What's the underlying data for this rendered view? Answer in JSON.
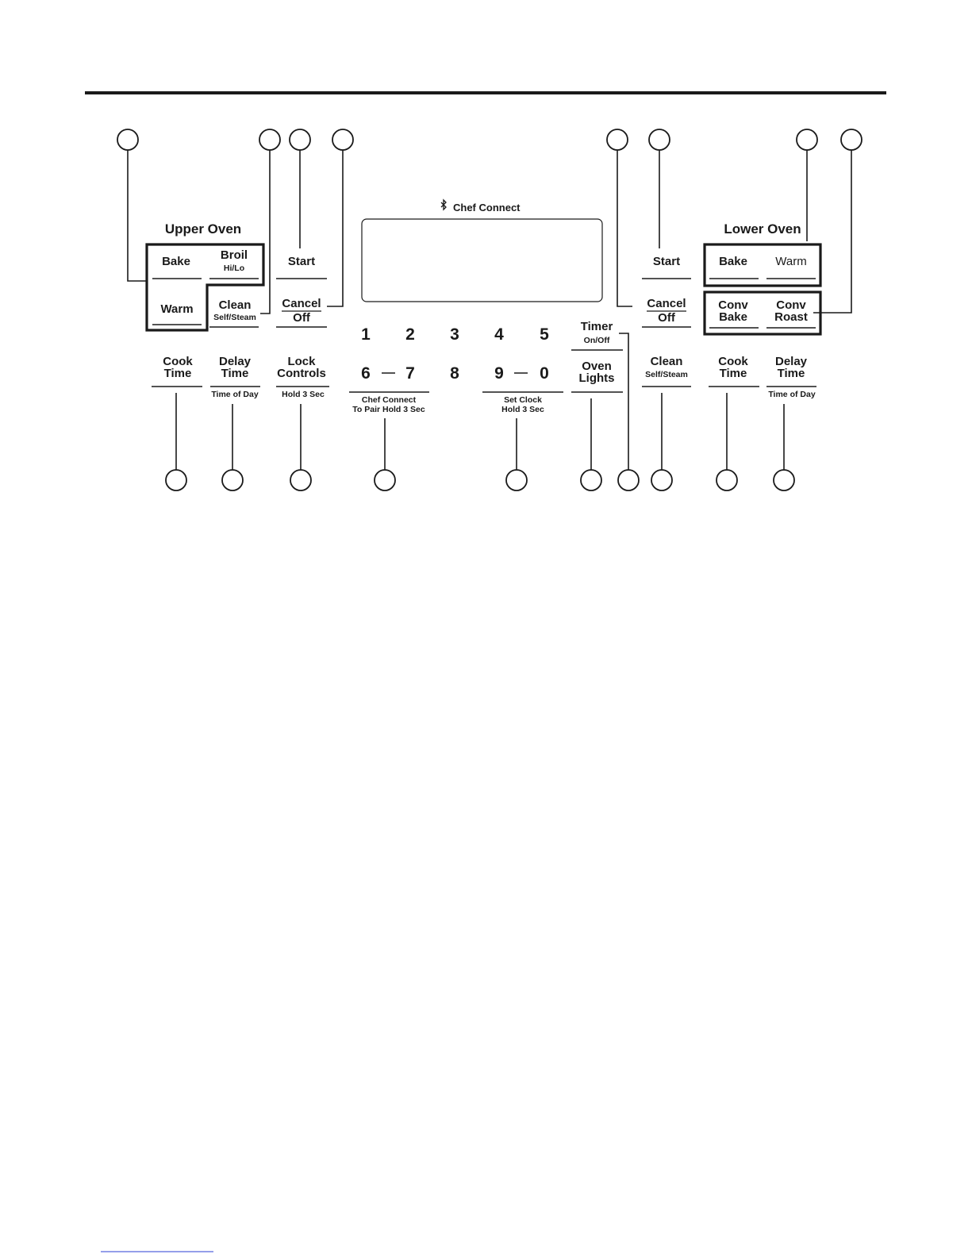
{
  "headings": {
    "upper_oven": "Upper Oven",
    "lower_oven": "Lower Oven",
    "display": "Chef Connect"
  },
  "upper": {
    "bake": "Bake",
    "broil": "Broil",
    "broil_sub": "Hi/Lo",
    "warm": "Warm",
    "clean": "Clean",
    "clean_sub": "Self/Steam",
    "start": "Start",
    "cancel": "Cancel",
    "off": "Off",
    "cook_1": "Cook",
    "cook_2": "Time",
    "delay_1": "Delay",
    "delay_2": "Time",
    "delay_sub": "Time of Day"
  },
  "center": {
    "lock_1": "Lock",
    "lock_2": "Controls",
    "lock_sub": "Hold 3 Sec",
    "keypad_row1": [
      "1",
      "2",
      "3",
      "4",
      "5"
    ],
    "keypad_row2": [
      "6",
      "7",
      "8",
      "9",
      "0"
    ],
    "chef_sub_1": "Chef Connect",
    "chef_sub_2": "To Pair Hold 3 Sec",
    "clock_sub_1": "Set Clock",
    "clock_sub_2": "Hold 3 Sec",
    "timer": "Timer",
    "timer_sub": "On/Off",
    "lights_1": "Oven",
    "lights_2": "Lights"
  },
  "lower": {
    "start": "Start",
    "cancel": "Cancel",
    "off": "Off",
    "clean": "Clean",
    "clean_sub": "Self/Steam",
    "bake": "Bake",
    "warm": "Warm",
    "conv_bake_1": "Conv",
    "conv_bake_2": "Bake",
    "conv_roast_1": "Conv",
    "conv_roast_2": "Roast",
    "cook_1": "Cook",
    "cook_2": "Time",
    "delay_1": "Delay",
    "delay_2": "Time",
    "delay_sub": "Time of Day"
  },
  "colors": {
    "ink": "#1a1a1a",
    "background": "#ffffff",
    "footer_link": "#2b3fd6"
  },
  "icons": [
    "bluetooth-icon"
  ]
}
